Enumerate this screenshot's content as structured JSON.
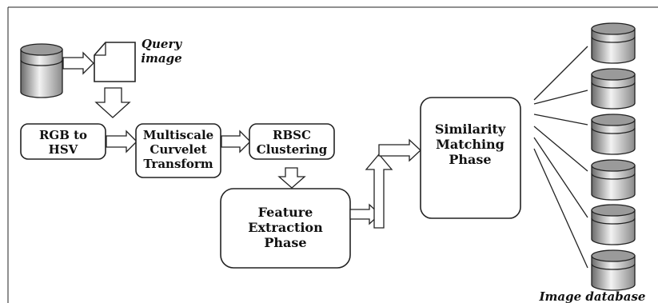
{
  "query": {
    "line1": "Query",
    "line2": "image"
  },
  "steps": {
    "rgb": {
      "line1": "RGB to",
      "line2": "HSV"
    },
    "curvelet": {
      "line1": "Multiscale",
      "line2": "Curvelet",
      "line3": "Transform"
    },
    "rbsc": {
      "line1": "RBSC",
      "line2": "Clustering"
    },
    "feature": {
      "line1": "Feature",
      "line2": "Extraction",
      "line3": "Phase"
    },
    "similarity": {
      "line1": "Similarity",
      "line2": "Matching",
      "line3": "Phase"
    }
  },
  "database_caption": "Image database",
  "database_count": 6
}
